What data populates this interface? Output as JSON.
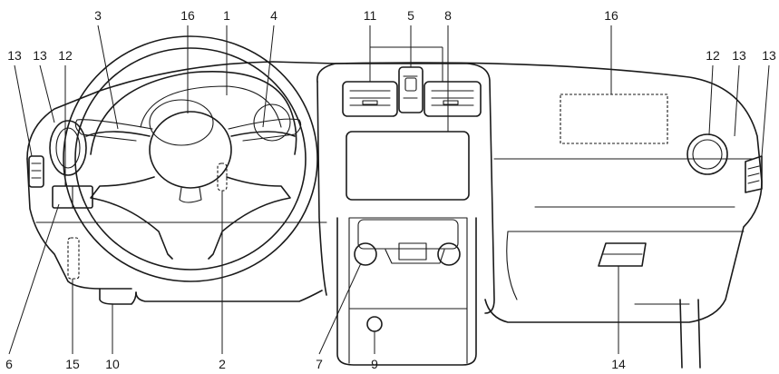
{
  "callouts": {
    "top": [
      "3",
      "16",
      "1",
      "4",
      "11",
      "5",
      "8",
      "16"
    ],
    "side_left": [
      "13",
      "13",
      "12"
    ],
    "side_right": [
      "12",
      "13",
      "13"
    ],
    "bottom": [
      "6",
      "15",
      "10",
      "2",
      "7",
      "9",
      "14"
    ]
  },
  "colors": {
    "line": "#1a1a1a",
    "background": "#ffffff"
  }
}
